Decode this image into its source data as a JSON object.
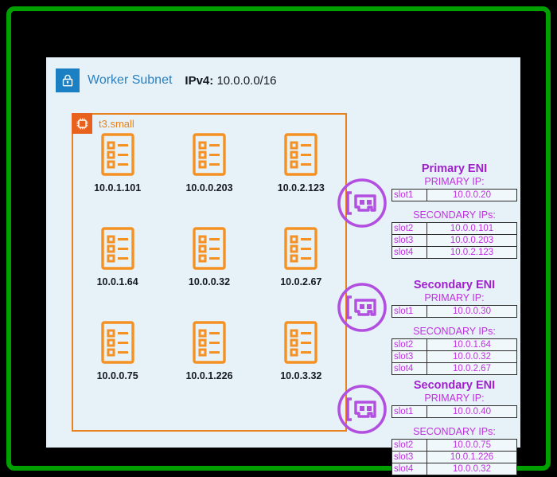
{
  "frame": {
    "accent_green": "#00a000",
    "background": "#000000"
  },
  "subnet": {
    "lock_icon": "lock-icon",
    "title": "Worker Subnet",
    "ipv4_label": "IPv4:",
    "ipv4_value": "10.0.0.0/16",
    "panel_color": "#e6f2f8",
    "title_color": "#2a7fc0"
  },
  "instance": {
    "chip_icon": "cpu-chip-icon",
    "label": "t3.small",
    "border_color": "#e8821e"
  },
  "pods": {
    "icon": "pod-document-icon",
    "color": "#f59123",
    "rows": [
      {
        "cells": [
          {
            "ip": "10.0.1.101"
          },
          {
            "ip": "10.0.0.203"
          },
          {
            "ip": "10.0.2.123"
          }
        ]
      },
      {
        "cells": [
          {
            "ip": "10.0.1.64"
          },
          {
            "ip": "10.0.0.32"
          },
          {
            "ip": "10.0.2.67"
          }
        ]
      },
      {
        "cells": [
          {
            "ip": "10.0.0.75"
          },
          {
            "ip": "10.0.1.226"
          },
          {
            "ip": "10.0.3.32"
          }
        ]
      }
    ]
  },
  "enis": {
    "icon": "network-interface-card-icon",
    "color": "#b24fe0",
    "primary_ip_heading": "PRIMARY IP:",
    "secondary_ip_heading": "SECONDARY IPs:",
    "items": [
      {
        "title": "Primary ENI",
        "primary": {
          "slot": "slot1",
          "ip": "10.0.0.20"
        },
        "secondary": [
          {
            "slot": "slot2",
            "ip": "10.0.0.101"
          },
          {
            "slot": "slot3",
            "ip": "10.0.0.203"
          },
          {
            "slot": "slot4",
            "ip": "10.0.2.123"
          }
        ]
      },
      {
        "title": "Secondary ENI",
        "primary": {
          "slot": "slot1",
          "ip": "10.0.0.30"
        },
        "secondary": [
          {
            "slot": "slot2",
            "ip": "10.0.1.64"
          },
          {
            "slot": "slot3",
            "ip": "10.0.0.32"
          },
          {
            "slot": "slot4",
            "ip": "10.0.2.67"
          }
        ]
      },
      {
        "title": "Secondary ENI",
        "primary": {
          "slot": "slot1",
          "ip": "10.0.0.40"
        },
        "secondary": [
          {
            "slot": "slot2",
            "ip": "10.0.0.75"
          },
          {
            "slot": "slot3",
            "ip": "10.0.1.226"
          },
          {
            "slot": "slot4",
            "ip": "10.0.0.32"
          }
        ]
      }
    ]
  }
}
